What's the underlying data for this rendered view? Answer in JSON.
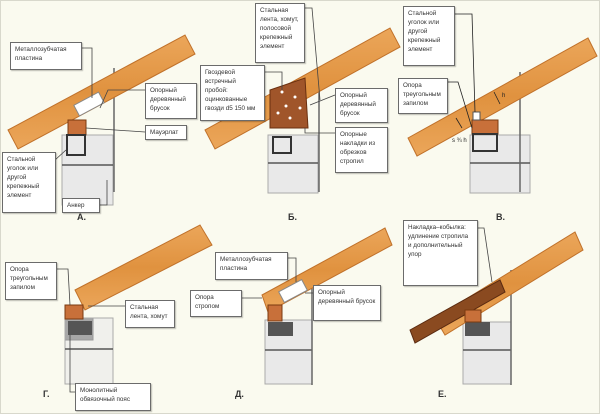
{
  "colors": {
    "rafter": "#e39a4a",
    "rafter_edge": "#c0712a",
    "overlay": "#8a4a20",
    "wall": "#e9e9e9",
    "mauerlat": "#c8703a",
    "background": "#fafaef"
  },
  "panels": [
    {
      "caption": "А.",
      "labels": [
        "Металлозубчатая пластина",
        "Опорный деревянный брусок",
        "Мауэрлат",
        "Стальной уголок или другой крепежный элемент",
        "Анкер"
      ]
    },
    {
      "caption": "Б.",
      "labels": [
        "Стальная лента, хомут, полосовой крепежный элемент",
        "Гвоздевой встречный пробой: оцинкованные гвозди d5 150 мм",
        "Опорный деревянный брусок",
        "Опорные накладки из обрезков стропил"
      ]
    },
    {
      "caption": "В.",
      "labels": [
        "Стальной уголок или другой крепежный элемент",
        "Опора треугольным запилом"
      ],
      "dims": [
        "s ¾ h",
        "h"
      ]
    },
    {
      "caption": "Г.",
      "labels": [
        "Опора треугольным запилом",
        "Стальная лента, хомут",
        "Монолитный обвязочный пояс"
      ]
    },
    {
      "caption": "Д.",
      "labels": [
        "Металлозубчатая пластина",
        "Опора стропом",
        "Опорный деревянный брусок"
      ]
    },
    {
      "caption": "Е.",
      "labels": [
        "Накладка–кобылка: удлинение стропила и дополнительный упор"
      ]
    }
  ]
}
